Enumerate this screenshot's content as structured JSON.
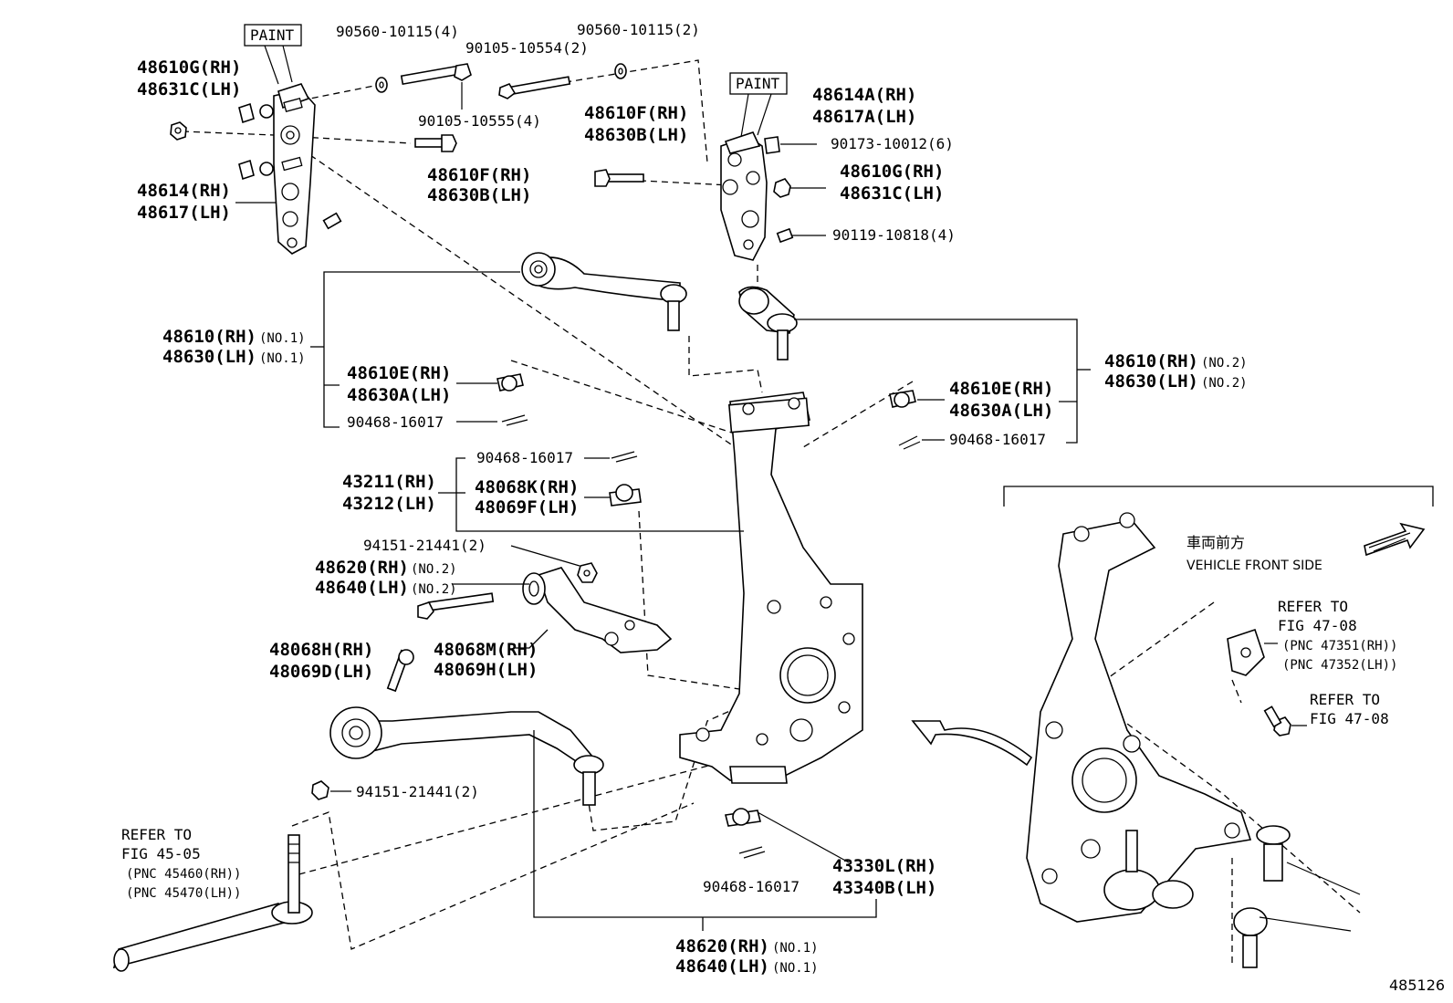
{
  "diagram_id": "485126",
  "labels": {
    "paint_1": "PAINT",
    "paint_2": "PAINT",
    "l_48610G_RH_a": "48610G(RH)",
    "l_48631C_LH_a": "48631C(LH)",
    "l_90560_4": "90560-10115(4)",
    "l_90105_2": "90105-10554(2)",
    "l_90560_2": "90560-10115(2)",
    "l_90105_4": "90105-10555(4)",
    "l_48614_RH": "48614(RH)",
    "l_48617_LH": "48617(LH)",
    "l_48610F_RH_a": "48610F(RH)",
    "l_48630B_LH_a": "48630B(LH)",
    "l_48610F_RH_b": "48610F(RH)",
    "l_48630B_LH_b": "48630B(LH)",
    "l_48614A_RH": "48614A(RH)",
    "l_48617A_LH": "48617A(LH)",
    "l_90173": "90173-10012(6)",
    "l_48610G_RH_b": "48610G(RH)",
    "l_48631C_LH_b": "48631C(LH)",
    "l_90119": "90119-10818(4)",
    "l_48610_RH_1": "48610(RH)",
    "l_48630_LH_1": "48630(LH)",
    "no1": "(NO.1)",
    "no2": "(NO.2)",
    "l_48610E_RH_a": "48610E(RH)",
    "l_48630A_LH_a": "48630A(LH)",
    "l_90468_a": "90468-16017",
    "l_48610_RH_2": "48610(RH)",
    "l_48630_LH_2": "48630(LH)",
    "l_48610E_RH_b": "48610E(RH)",
    "l_48630A_LH_b": "48630A(LH)",
    "l_90468_b": "90468-16017",
    "l_90468_c": "90468-16017",
    "l_43211_RH": "43211(RH)",
    "l_43212_LH": "43212(LH)",
    "l_48068K_RH": "48068K(RH)",
    "l_48069F_LH": "48069F(LH)",
    "l_94151_a": "94151-21441(2)",
    "l_48620_RH_2": "48620(RH)",
    "l_48640_LH_2": "48640(LH)",
    "l_48068M_RH": "48068M(RH)",
    "l_48069H_LH": "48069H(LH)",
    "l_48068H_RH": "48068H(RH)",
    "l_48069D_LH": "48069D(LH)",
    "l_94151_b": "94151-21441(2)",
    "l_90468_d": "90468-16017",
    "l_43330L_RH": "43330L(RH)",
    "l_43340B_LH": "43340B(LH)",
    "l_48620_RH_1": "48620(RH)",
    "l_48640_LH_1": "48640(LH)",
    "refer_to": "REFER TO",
    "fig_45_05": "FIG 45-05",
    "pnc_45460": "(PNC 45460(RH))",
    "pnc_45470": "(PNC 45470(LH))",
    "fig_47_08": "FIG 47-08",
    "pnc_47351": "(PNC 47351(RH))",
    "pnc_47352": "(PNC 47352(LH))",
    "vehicle_front_jp": "車両前方",
    "vehicle_front_en": "VEHICLE FRONT SIDE"
  }
}
